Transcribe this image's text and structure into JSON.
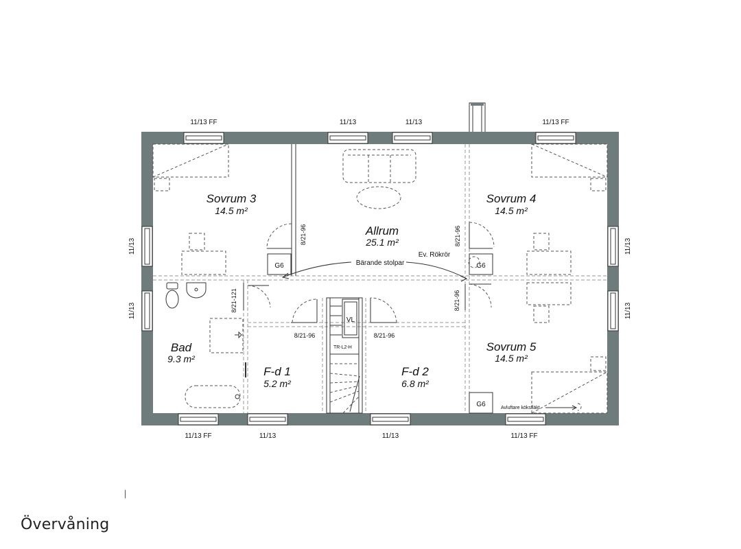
{
  "title": "Övervåning",
  "colors": {
    "wall": "#6e7c7b",
    "line": "#333333",
    "dashed": "#555555"
  },
  "rooms": {
    "sovrum3": {
      "name": "Sovrum 3",
      "area": "14.5 m²"
    },
    "allrum": {
      "name": "Allrum",
      "area": "25.1 m²"
    },
    "sovrum4": {
      "name": "Sovrum 4",
      "area": "14.5 m²"
    },
    "bad": {
      "name": "Bad",
      "area": "9.3 m²"
    },
    "fd1": {
      "name": "F-d 1",
      "area": "5.2 m²"
    },
    "fd2": {
      "name": "F-d 2",
      "area": "6.8 m²"
    },
    "sovrum5": {
      "name": "Sovrum 5",
      "area": "14.5 m²"
    }
  },
  "windows": {
    "top1": "11/13 FF",
    "top2": "11/13",
    "top3": "11/13",
    "top4": "11/13 FF",
    "left1": "11/13",
    "left2": "11/13",
    "right1": "11/13",
    "right2": "11/13",
    "bottom1": "11/13 FF",
    "bottom2": "11/13",
    "bottom3": "11/13",
    "bottom4": "11/13 FF"
  },
  "doors": {
    "sovrum3": "8/21-96",
    "sovrum4": "8/21-96",
    "sovrum5": "8/21-96",
    "bad": "8/21-121",
    "fd1": "8/21-96",
    "fd2": "8/21-96"
  },
  "annotations": {
    "barande": "Bärande stolpar",
    "rokror": "Ev. Rökrör",
    "vl": "VL",
    "trappa": "TR-L2-H",
    "g6": "G6",
    "avluft": "Avluftare köksfläkt"
  }
}
